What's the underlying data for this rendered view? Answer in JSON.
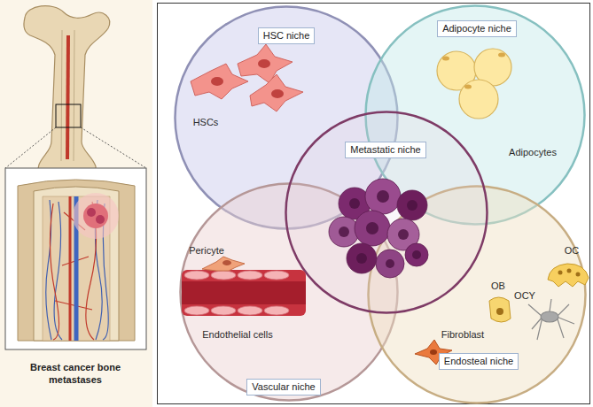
{
  "diagram": {
    "nodes": [
      {
        "text": [
          "HSC niche",
          "HSCs"
        ]
      },
      {
        "text": [
          "Adipocyte niche",
          "Adipocytes"
        ]
      },
      {
        "text": [
          "Pericyte",
          "Endothelial cells",
          "Vascular niche"
        ]
      },
      {
        "text": [
          "OC",
          "OB",
          "OCY",
          "Fibroblast",
          "Endosteal niche"
        ]
      },
      {
        "text": [
          "Metastatic niche"
        ]
      }
    ],
    "labels": [
      "Breast cancer bone metastases"
    ]
  }
}
